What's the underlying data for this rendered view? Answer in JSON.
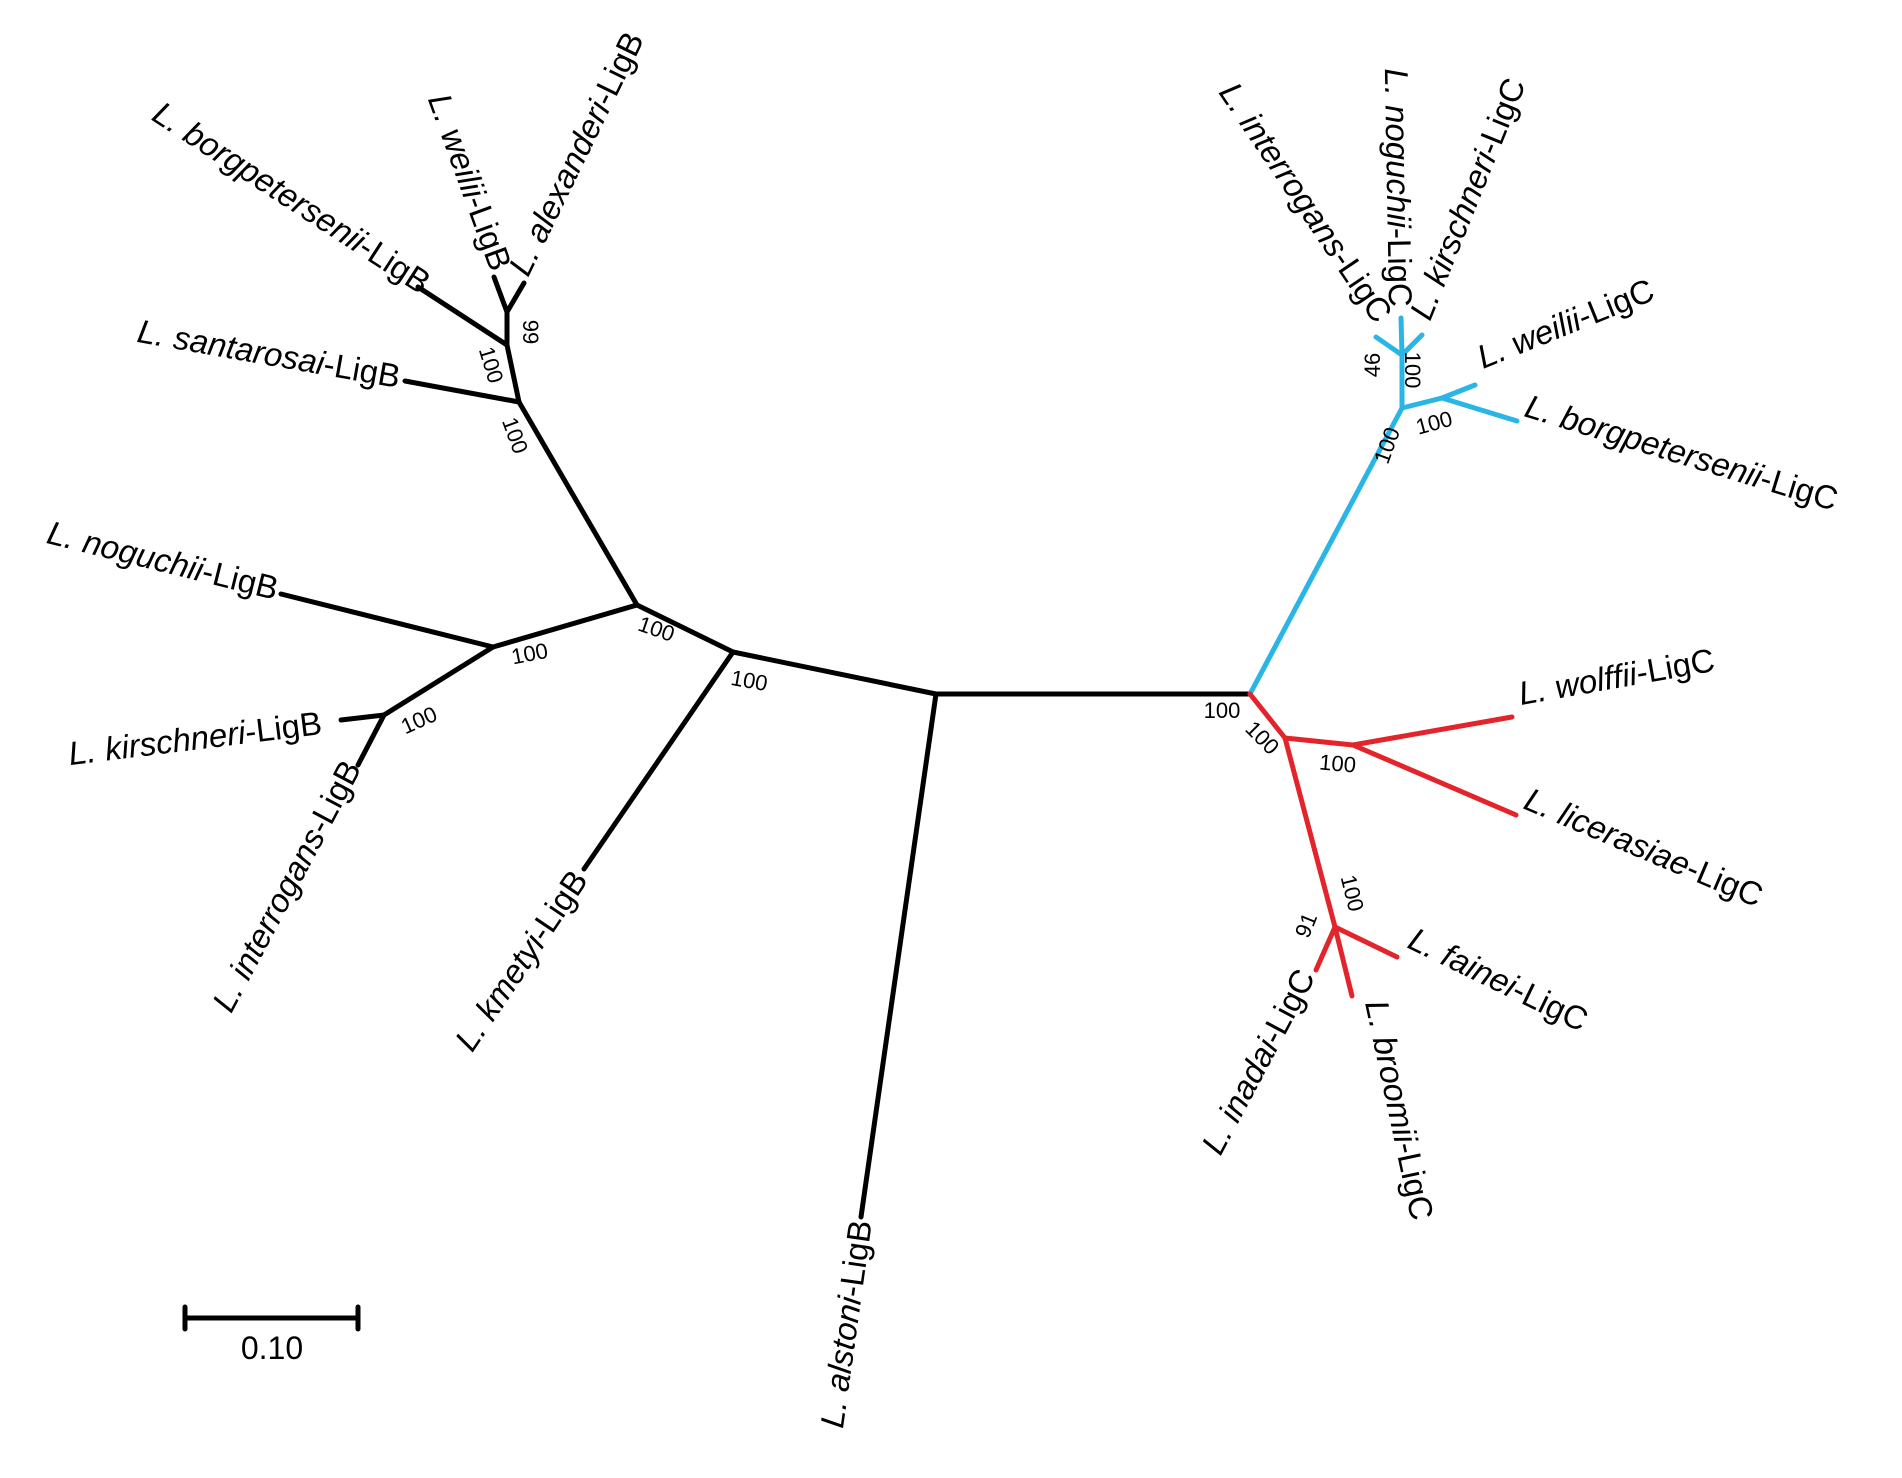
{
  "colors": {
    "black": "#000000",
    "cyan": "#29b6e6",
    "red": "#e3242b"
  },
  "scale_bar": {
    "label": "0.10"
  },
  "taxa": {
    "alexanderi_b": {
      "sp": "L. alexanderi",
      "suf": "-LigB"
    },
    "weilii_b": {
      "sp": "L. weilii",
      "suf": "-LigB"
    },
    "borgpetersenii_b": {
      "sp": "L. borgpetersenii",
      "suf": "-LigB"
    },
    "santarosai_b": {
      "sp": "L. santarosai",
      "suf": "-LigB"
    },
    "noguchii_b": {
      "sp": "L. noguchii",
      "suf": "-LigB"
    },
    "kirschneri_b": {
      "sp": "L. kirschneri",
      "suf": "-LigB"
    },
    "interrogans_b": {
      "sp": "L. interrogans",
      "suf": "-LigB"
    },
    "kmetyi_b": {
      "sp": "L. kmetyi",
      "suf": "-LigB"
    },
    "alstoni_b": {
      "sp": "L. alstoni",
      "suf": "-LigB"
    },
    "interrogans_c": {
      "sp": "L. interrogans",
      "suf": "-LigC"
    },
    "noguchii_c": {
      "sp": "L. noguchii",
      "suf": "-LigC"
    },
    "kirschneri_c": {
      "sp": "L. kirschneri",
      "suf": "-LigC"
    },
    "weilii_c": {
      "sp": "L. weilii",
      "suf": "-LigC"
    },
    "borgpetersenii_c": {
      "sp": "L. borgpetersenii",
      "suf": "-LigC"
    },
    "wolffii_c": {
      "sp": "L. wolffii",
      "suf": "-LigC"
    },
    "licerasiae_c": {
      "sp": "L. licerasiae",
      "suf": "-LigC"
    },
    "fainei_c": {
      "sp": "L. fainei",
      "suf": "-LigC"
    },
    "broomii_c": {
      "sp": "L. broomii",
      "suf": "-LigC"
    },
    "inadai_c": {
      "sp": "L. inadai",
      "suf": "-LigC"
    }
  },
  "bootstrap": {
    "b1": "99",
    "b2": "100",
    "b3": "100",
    "b4": "100",
    "b5": "100",
    "b6": "100",
    "b7": "100",
    "c1": "46",
    "c2": "100",
    "c3": "100",
    "c4": "100",
    "r1": "100",
    "r2": "100",
    "r3": "100",
    "r4": "100",
    "r5": "91"
  }
}
